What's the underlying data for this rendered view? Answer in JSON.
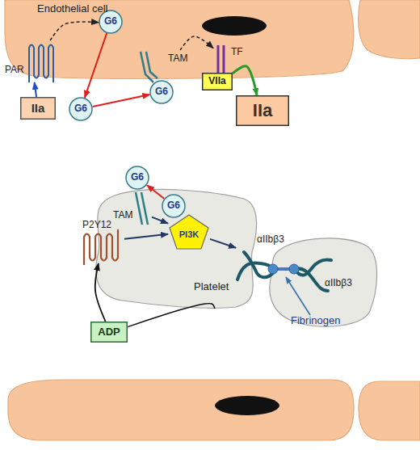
{
  "diagram": {
    "nodes": [
      {
        "text": [
          "Endothelial cell"
        ]
      },
      {
        "text": [
          "G6"
        ],
        "in": 0
      },
      {
        "text": [
          "PAR"
        ]
      },
      {
        "text": [
          "IIa"
        ]
      },
      {
        "text": [
          "G6"
        ]
      },
      {
        "text": [
          "TAM"
        ]
      },
      {
        "text": [
          "G6"
        ]
      },
      {
        "text": [
          "TF"
        ]
      },
      {
        "text": [
          "VIIa"
        ]
      },
      {
        "text": [
          "IIa"
        ]
      },
      {
        "text": [
          "Platelet"
        ]
      },
      {
        "text": [
          "G6"
        ],
        "in": 10
      },
      {
        "text": [
          "G6"
        ]
      },
      {
        "text": [
          "TAM"
        ]
      },
      {
        "text": [
          "P2Y12"
        ]
      },
      {
        "text": [
          "PI3K"
        ],
        "in": 10
      },
      {
        "text": [
          "αIIbβ3"
        ]
      },
      {
        "text": [
          "αIIbβ3"
        ]
      },
      {
        "text": [
          "ADP"
        ]
      }
    ],
    "edges": [
      {
        "from": 3,
        "to": 2,
        "arrow": "to"
      },
      {
        "from": 2,
        "to": 1,
        "arrow": "to"
      },
      {
        "from": 1,
        "to": 4,
        "arrow": "to"
      },
      {
        "from": 4,
        "to": 6,
        "arrow": "to"
      },
      {
        "from": 5,
        "to": 7,
        "arrow": "to"
      },
      {
        "from": 8,
        "to": 9,
        "arrow": "to"
      },
      {
        "from": 11,
        "to": 12,
        "arrow": "to"
      },
      {
        "from": 13,
        "to": 15,
        "arrow": "to"
      },
      {
        "from": 14,
        "to": 15,
        "arrow": "to"
      },
      {
        "from": 15,
        "to": 16,
        "arrow": "to"
      },
      {
        "from": 18,
        "to": 14,
        "arrow": "to"
      },
      {
        "from": 10,
        "to": 18,
        "arrow": "none"
      }
    ],
    "labels": [
      "Fibrinogen"
    ]
  }
}
